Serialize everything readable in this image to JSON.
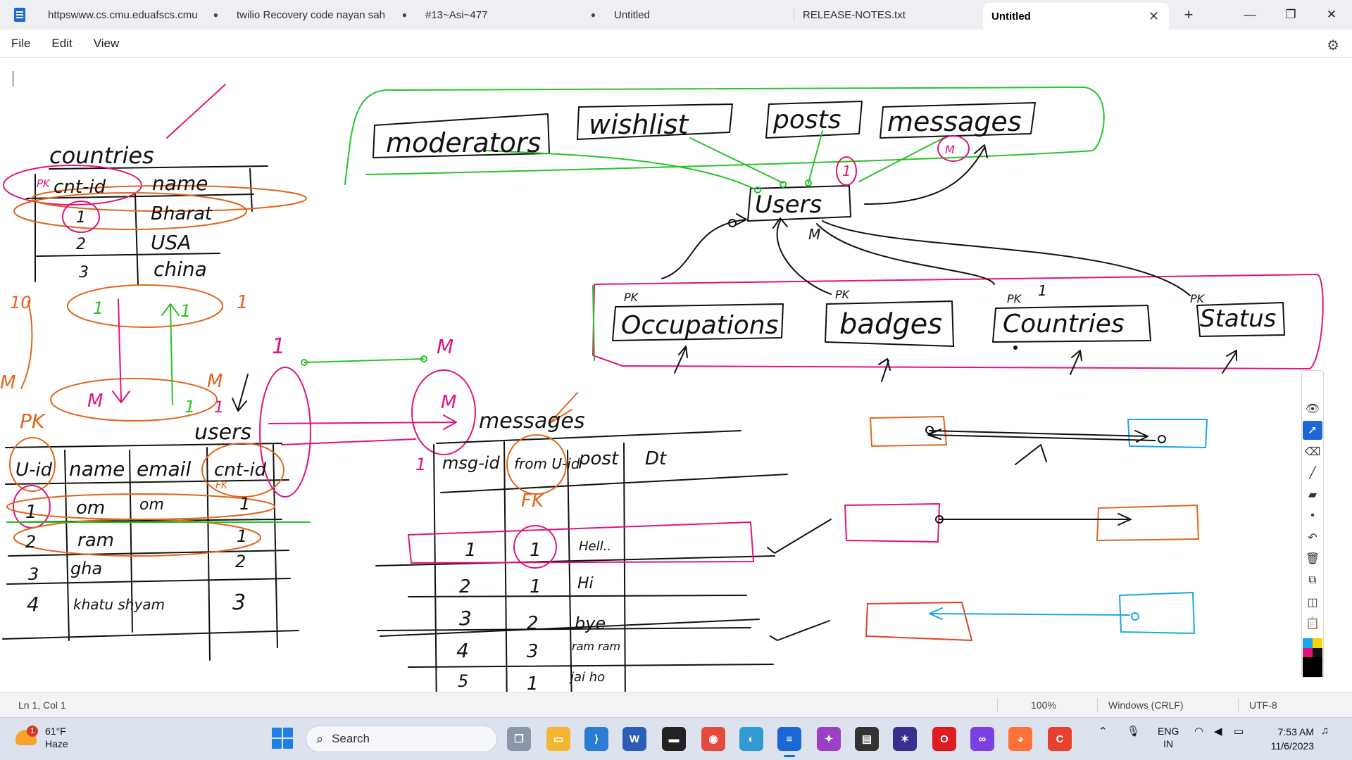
{
  "tabs": [
    {
      "label": "httpswww.cs.cmu.eduafscs.cmu",
      "modified": true
    },
    {
      "label": "twilio Recovery code nayan sah",
      "modified": true
    },
    {
      "label": "#13~Asi~477",
      "modified": true
    },
    {
      "label": "Untitled",
      "modified": false
    },
    {
      "label": "RELEASE-NOTES.txt",
      "modified": false
    },
    {
      "label": "Untitled",
      "modified": false,
      "active": true
    }
  ],
  "menu": {
    "file": "File",
    "edit": "Edit",
    "view": "View"
  },
  "status": {
    "position": "Ln 1, Col 1",
    "zoom": "100%",
    "line_ending": "Windows (CRLF)",
    "encoding": "UTF-8"
  },
  "taskbar": {
    "weather_temp": "61°F",
    "weather_desc": "Haze",
    "weather_badge": "1",
    "search_placeholder": "Search",
    "lang_top": "ENG",
    "lang_bottom": "IN",
    "time": "7:53 AM",
    "date": "11/6/2023"
  },
  "ink": {
    "countries_title": "countries",
    "countries_cols": [
      "cnt-id",
      "name"
    ],
    "countries_rows": [
      [
        "1",
        "Bharat"
      ],
      [
        "2",
        "USA"
      ],
      [
        "3",
        "china"
      ]
    ],
    "pk_marks": [
      "PK",
      "PK"
    ],
    "fk_mark": "FK",
    "users_title": "users",
    "users_cols": [
      "U-id",
      "name",
      "email",
      "cnt-id"
    ],
    "users_rows": [
      [
        "1",
        "om",
        "om",
        "1"
      ],
      [
        "2",
        "ram",
        "",
        "1"
      ],
      [
        "3",
        "gha",
        "",
        "2"
      ],
      [
        "4",
        "khatu shyam",
        "",
        "3"
      ]
    ],
    "messages_title": "messages",
    "messages_cols": [
      "msg-id",
      "from U-id",
      "post",
      "Dt"
    ],
    "messages_rows": [
      [
        "1",
        "1",
        "Hell.."
      ],
      [
        "2",
        "1",
        "Hi"
      ],
      [
        "3",
        "2",
        "bye"
      ],
      [
        "4",
        "3",
        "ram ram"
      ],
      [
        "5",
        "1",
        "jai ho"
      ]
    ],
    "top_entities": [
      "moderators",
      "wishlist",
      "posts",
      "messages"
    ],
    "center_entity": "Users",
    "bottom_entities": [
      "Occupations",
      "badges",
      "Countries",
      "Status"
    ],
    "cardinality": {
      "one": "1",
      "many": "M",
      "m_circle": "M",
      "ten": "10"
    }
  },
  "colors": {
    "green": "#27c427",
    "magenta": "#e0157a",
    "orange": "#e0651c",
    "black": "#111111",
    "blue": "#1aa6e6",
    "red": "#e0402a"
  }
}
